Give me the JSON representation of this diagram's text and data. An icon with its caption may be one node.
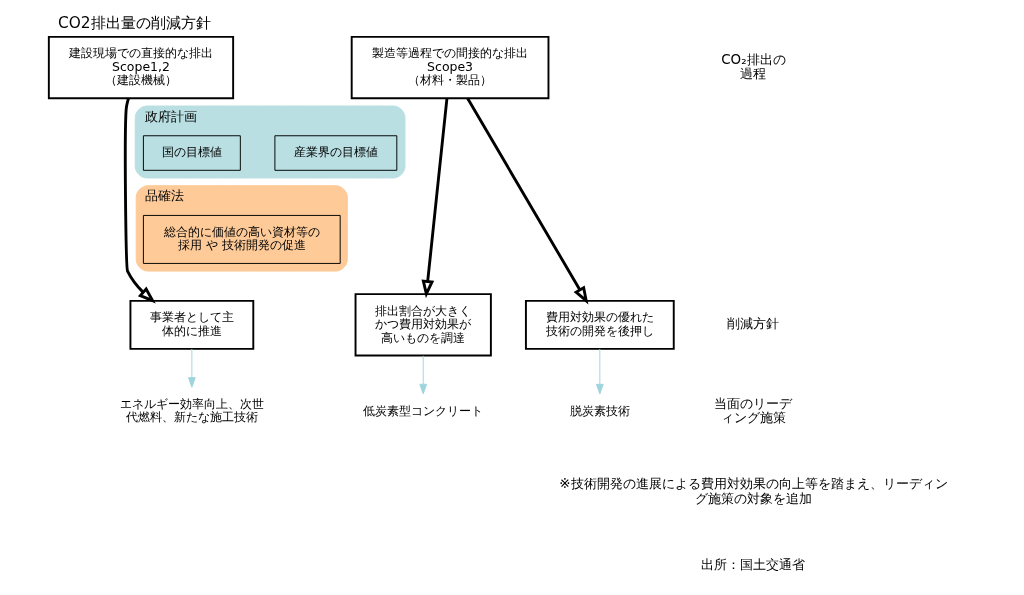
{
  "diagram": {
    "title": "CO2排出量の削減方針",
    "nodes": [
      {
        "text": [
          "建設現場での直接的な排出",
          "Scope1,2",
          "（建設機械）"
        ]
      },
      {
        "text": [
          "製造等過程での間接的な排出",
          "Scope3",
          "（材料・製品）"
        ]
      },
      {
        "text": [
          "政府計画"
        ]
      },
      {
        "text": [
          "国の目標値"
        ],
        "in": 2
      },
      {
        "text": [
          "産業界の目標値"
        ],
        "in": 2
      },
      {
        "text": [
          "品確法"
        ]
      },
      {
        "text": [
          "総合的に価値の高い資材等の採用 や 技術開発の促進"
        ],
        "in": 5
      },
      {
        "text": [
          "事業者として主体的に推進"
        ]
      },
      {
        "text": [
          "排出割合が大きくかつ費用対効果が高いものを調達"
        ]
      },
      {
        "text": [
          "費用対効果の優れた技術の開発を後押し"
        ]
      },
      {
        "text": [
          "エネルギー効率向上、次世代燃料、新たな施工技術"
        ]
      },
      {
        "text": [
          "低炭素型コンクリート"
        ]
      },
      {
        "text": [
          "脱炭素技術"
        ]
      }
    ],
    "edges": [
      {
        "from": 0,
        "to": 7,
        "arrow": "to",
        "style": "thick"
      },
      {
        "from": 1,
        "to": 8,
        "arrow": "to",
        "style": "thick"
      },
      {
        "from": 1,
        "to": 9,
        "arrow": "to",
        "style": "thick"
      },
      {
        "from": 7,
        "to": 10,
        "arrow": "to",
        "color": "#9fd4dc"
      },
      {
        "from": 8,
        "to": 11,
        "arrow": "to",
        "color": "#9fd4dc"
      },
      {
        "from": 9,
        "to": 12,
        "arrow": "to",
        "color": "#9fd4dc"
      }
    ],
    "labels": [
      "CO₂排出の過程",
      "削減方針",
      "当面のリーディング施策",
      "※技術開発の進展による費用対効果の向上等を踏まえ、リーディング施策の対象を追加",
      "出所：国土交通省"
    ]
  }
}
